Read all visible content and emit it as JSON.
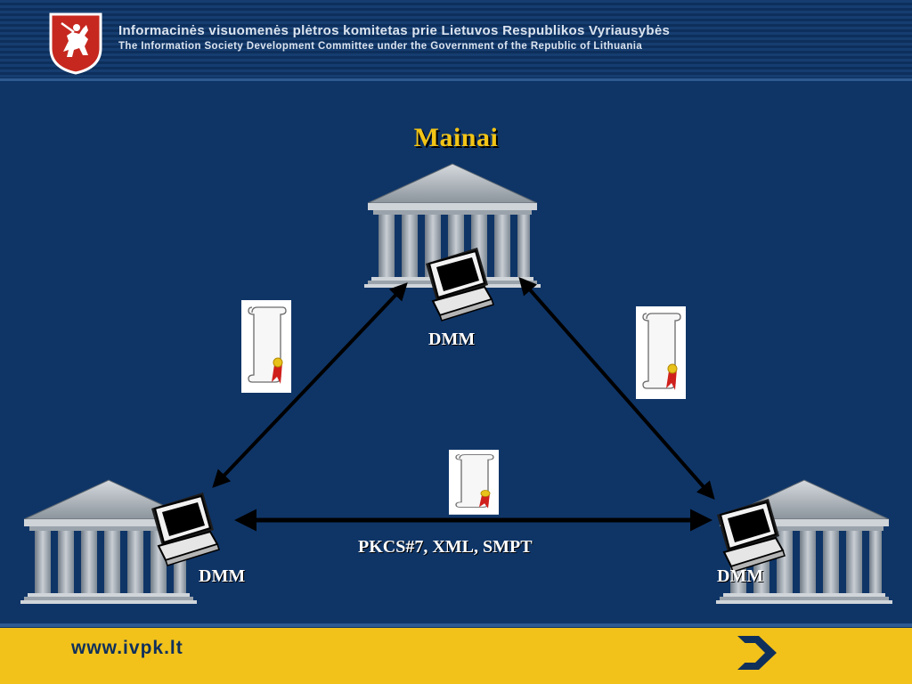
{
  "header": {
    "line1": "Informacinės visuomenės plėtros komitetas prie Lietuvos Respublikos Vyriausybės",
    "line2": "The Information Society Development Committee under the Government of the Republic of Lithuania"
  },
  "slide": {
    "title": "Mainai",
    "nodes": {
      "top": "DMM",
      "left": "DMM",
      "right": "DMM"
    },
    "connection_label": "PKCS#7, XML, SMPT"
  },
  "footer": {
    "url": "www.ivpk.lt"
  },
  "icons": {
    "crest": "lithuanian-coat-of-arms-icon",
    "building": "institution-building-icon",
    "computer": "computer-terminal-icon",
    "document": "certificate-scroll-icon",
    "arrow": "next-arrow-icon"
  },
  "colors": {
    "background": "#0f3567",
    "title": "#f2c416",
    "footer": "#f2c21a",
    "arrow": "#000000"
  }
}
